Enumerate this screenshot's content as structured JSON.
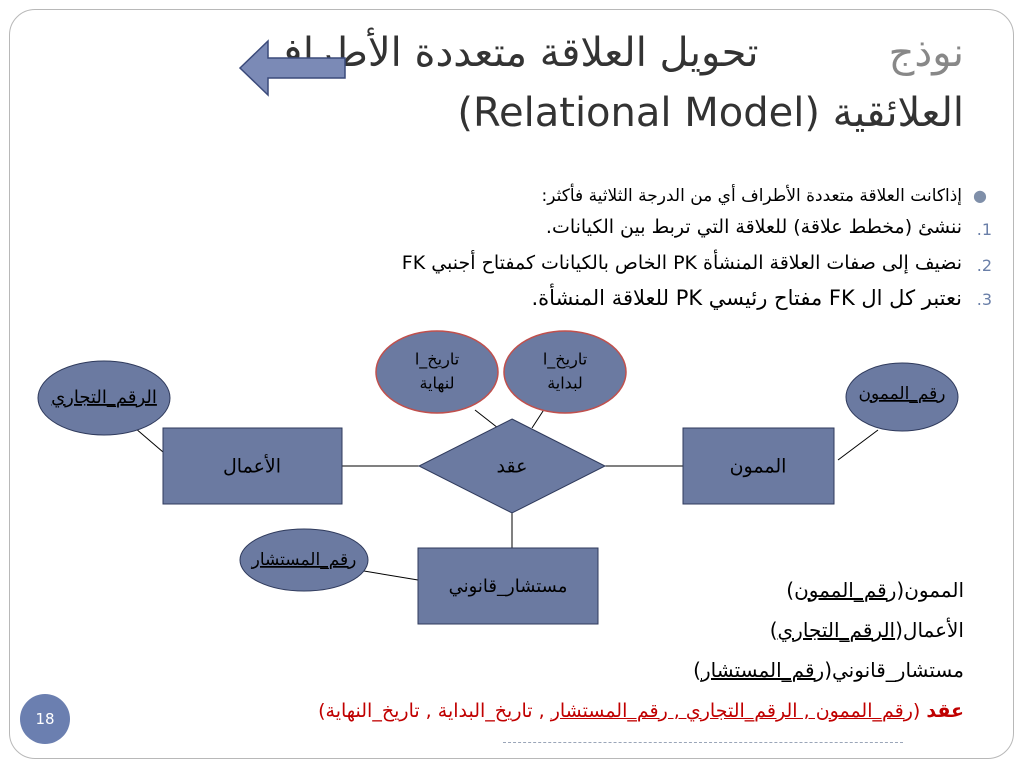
{
  "slide": {
    "title_line1_main": "تحويل العلاقة متعددة الأطراف",
    "title_line1_end": "نوذج",
    "title_line2": "العلائقية (Relational Model)",
    "page_number": "18"
  },
  "bullets": {
    "intro": "إذاكانت العلاقة متعددة الأطراف أي من الدرجة الثلاثية فأكثر:",
    "items": [
      {
        "number": "1.",
        "text": "ننشئ (مخطط علاقة) للعلاقة التي تربط بين الكيانات."
      },
      {
        "number": "2.",
        "text": "نضيف إلى صفات العلاقة المنشأة PK الخاص بالكيانات كمفتاح أجنبي FK"
      },
      {
        "number": "3.",
        "text": "نعتبر كل ال FK مفتاح رئيسي PK للعلاقة المنشأة."
      }
    ]
  },
  "diagram": {
    "relationship": "عقد",
    "entities": {
      "works": "الأعمال",
      "client": "الممون",
      "consultant": "مستشار_قانوني"
    },
    "attributes": {
      "trade_no": "الرقم_التجاري",
      "client_no": "رقم_الممون",
      "consultant_no": "رقم_المستشار",
      "end_date_l1": "تاريخ_ا",
      "end_date_l2": "لنهاية",
      "start_date_l1": "تاريخ_ا",
      "start_date_l2": "لبداية"
    }
  },
  "schema": {
    "client_rel": {
      "name": "الممون",
      "key": "رقم_الممون"
    },
    "works_rel": {
      "name": "الأعمال",
      "key": "الرقم_التجاري"
    },
    "consultant_rel": {
      "name": "مستشار_قانوني",
      "key": "رقم_المستشار"
    },
    "contract_rel": {
      "name": "عقد",
      "keys": "رقم_الممون , الرقم_التجاري , رقم_المستشار",
      "rest": " , تاريخ_البداية , تاريخ_النهاية"
    }
  },
  "colors": {
    "box_fill": "#6b7aa1",
    "box_stroke": "#2f3a5c",
    "ellipse_fill": "#6b7aa1",
    "ellipse_stroke_red": "#c0504d",
    "arrow_fill": "#7b8ab6",
    "contract_text": "#c00000"
  }
}
